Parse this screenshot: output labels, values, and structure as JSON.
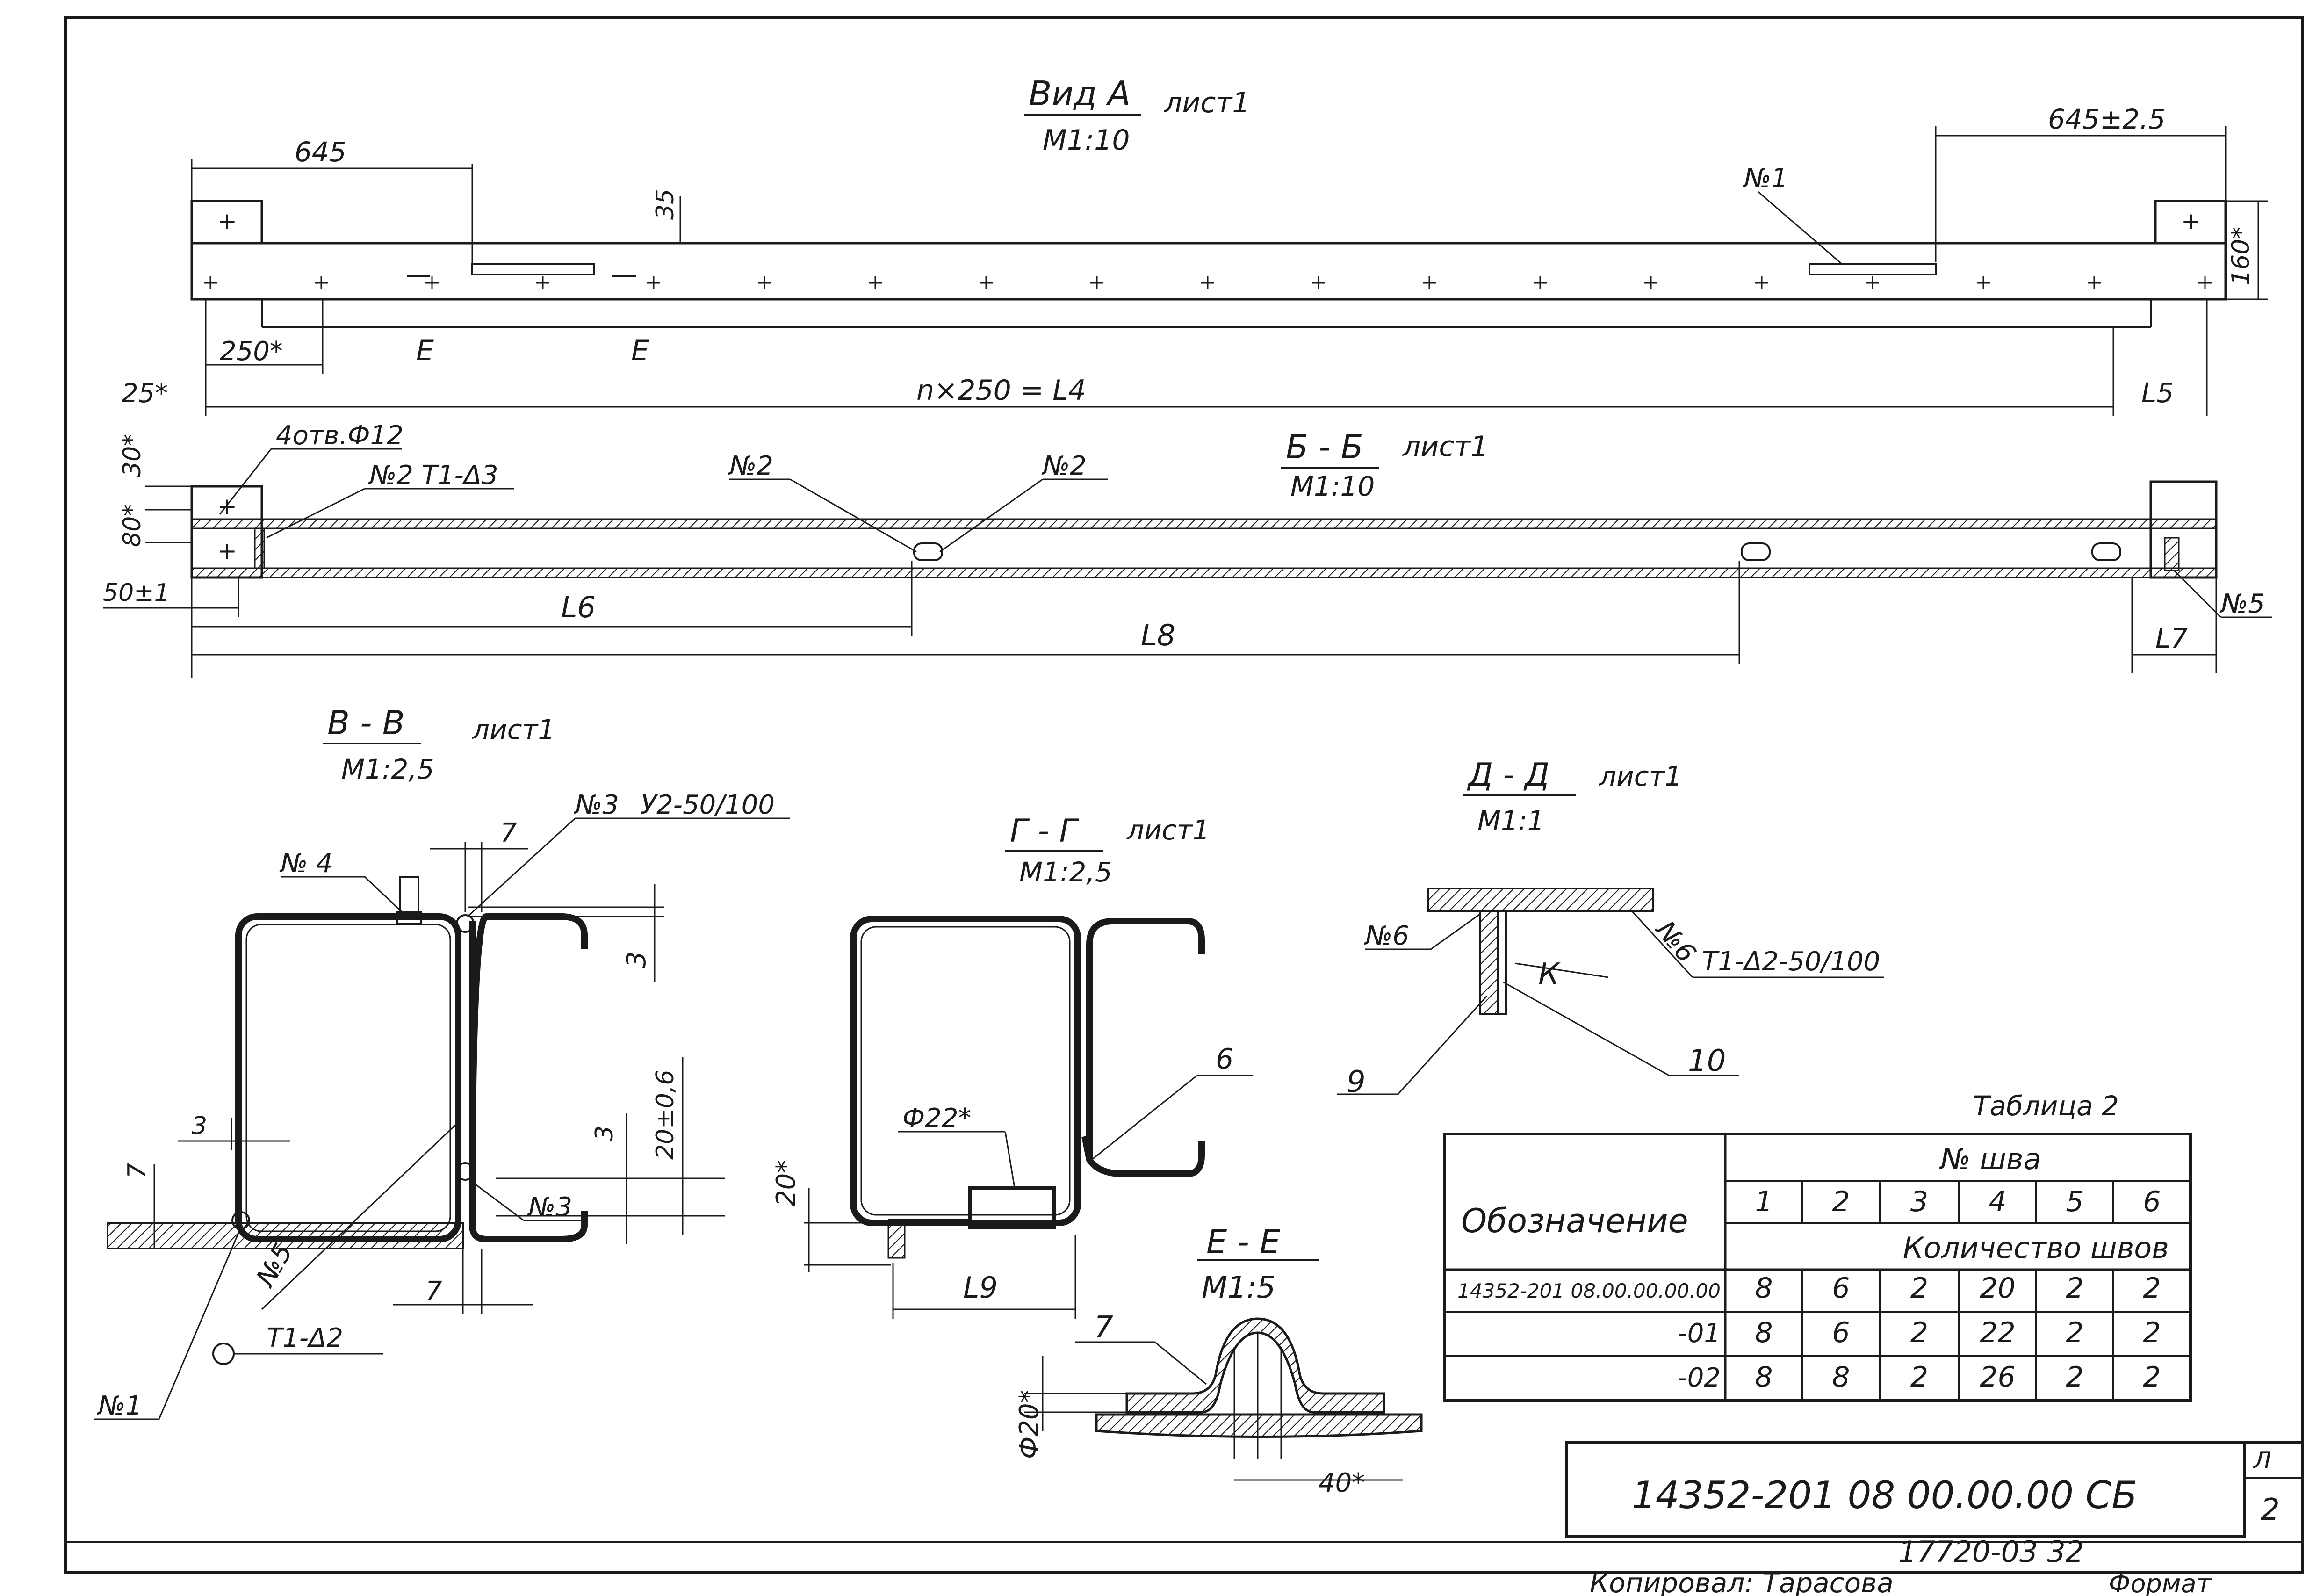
{
  "view_a": {
    "title": "Вид А",
    "sheet": "лист1",
    "scale": "М1:10",
    "dim_left": "645",
    "dim_right": "645±2.5",
    "dim_35": "35",
    "dim_160": "160*",
    "dim_250": "250*",
    "dim_25": "25*",
    "formula": "n×250 = L4",
    "dim_l5": "L5",
    "label_n1": "№1",
    "section_e1": "Е",
    "section_e2": "Е"
  },
  "section_bb": {
    "title": "Б - Б",
    "sheet": "лист1",
    "scale": "М1:10",
    "holes_note": "4отв.Ф12",
    "weld_note": "№2 Т1-Δ3",
    "label_n2a": "№2",
    "label_n2b": "№2",
    "label_n5": "№5",
    "dim_30": "30*",
    "dim_80": "80*",
    "dim_50": "50±1",
    "dim_l6": "L6",
    "dim_l8": "L8",
    "dim_l7": "L7"
  },
  "section_vv": {
    "title": "В - В",
    "sheet": "лист1",
    "scale": "М1:2,5",
    "label_n4": "№ 4",
    "label_n3_top": "№3",
    "weld_u2": "У2-50/100",
    "dim_7_top": "7",
    "dim_3_right": "3",
    "dim_20": "20±0,6",
    "dim_3_mid": "3",
    "label_n3_bottom": "№3",
    "dim_3_left": "3",
    "dim_7_left": "7",
    "label_n5": "№5",
    "dim_7_bottom": "7",
    "weld_t1": "Т1-Δ2",
    "label_n1": "№1"
  },
  "section_gg": {
    "title": "Г - Г",
    "sheet": "лист1",
    "scale": "М1:2,5",
    "dim_phi22": "Ф22*",
    "label_6": "6",
    "dim_20": "20*",
    "dim_l9": "L9"
  },
  "section_dd": {
    "title": "Д - Д",
    "sheet": "лист1",
    "scale": "М1:1",
    "label_n6_left": "№6",
    "label_n6_right": "№6",
    "weld_note": "Т1-Δ2-50/100",
    "label_k": "К",
    "label_9": "9",
    "label_10": "10"
  },
  "section_ee": {
    "title": "Е - Е",
    "scale": "М1:5",
    "label_7": "7",
    "dim_phi20": "Ф20*",
    "dim_40": "40*"
  },
  "table": {
    "caption": "Таблица 2",
    "designation_header": "Обозначение",
    "weld_no_header": "№ шва",
    "count_header": "Количество швов",
    "columns": [
      "1",
      "2",
      "3",
      "4",
      "5",
      "6"
    ],
    "rows": [
      {
        "name": "14352-201 08.00.00.00.00",
        "values": [
          "8",
          "6",
          "2",
          "20",
          "2",
          "2"
        ]
      },
      {
        "name": "-01",
        "values": [
          "8",
          "6",
          "2",
          "22",
          "2",
          "2"
        ]
      },
      {
        "name": "-02",
        "values": [
          "8",
          "8",
          "2",
          "26",
          "2",
          "2"
        ]
      }
    ]
  },
  "title_block": {
    "doc_number": "14352-201 08 00.00.00 СБ",
    "sheet_label": "Л",
    "sheet_number": "2",
    "archive_number": "17720-03 32",
    "copied_by": "Копировал: Тарасова",
    "format": "Формат"
  }
}
